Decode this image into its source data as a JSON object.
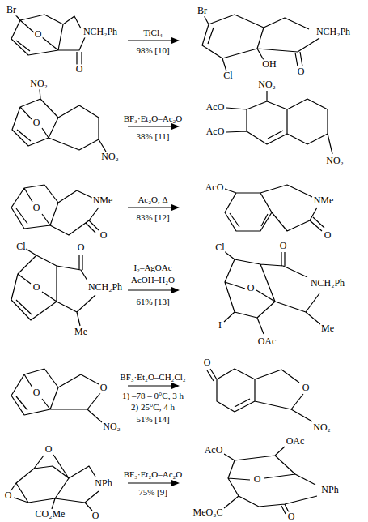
{
  "diagram": {
    "labels": [
      "Br",
      "O",
      "NCH₂Ph",
      "O",
      "TiCl₄",
      "98% [10]",
      "Br",
      "NCH₂Ph",
      "OH",
      "Cl",
      "O",
      "NO₂",
      "O",
      "NO₂",
      "BF₃·Et₂O–Ac₂O",
      "38% [11]",
      "NO₂",
      "AcO",
      "AcO",
      "NO₂",
      "O",
      "NMe",
      "O",
      "Ac₂O, Δ",
      "83% [12]",
      "AcO",
      "NMe",
      "O",
      "Cl",
      "O",
      "NCH₂Ph",
      "O",
      "Me",
      "I₂–AgOAc",
      "AcOH–H₂O",
      "61% [13]",
      "Cl",
      "O",
      "NCH₂Ph",
      "O",
      "I",
      "OAc",
      "Me",
      "O",
      "O",
      "NO₂",
      "BF₃·Et₂O–CH₂Cl₂",
      "1) –78 – 0°C, 3 h",
      "2) 25°C, 4 h",
      "51% [14]",
      "O",
      "O",
      "NO₂",
      "O",
      "O",
      "NPh",
      "CO₂Me",
      "O",
      "BF₃·Et₂O–Ac₂O",
      "75% [9]",
      "AcO",
      "OAc",
      "O",
      "NPh",
      "MeO₂C",
      "O"
    ]
  }
}
